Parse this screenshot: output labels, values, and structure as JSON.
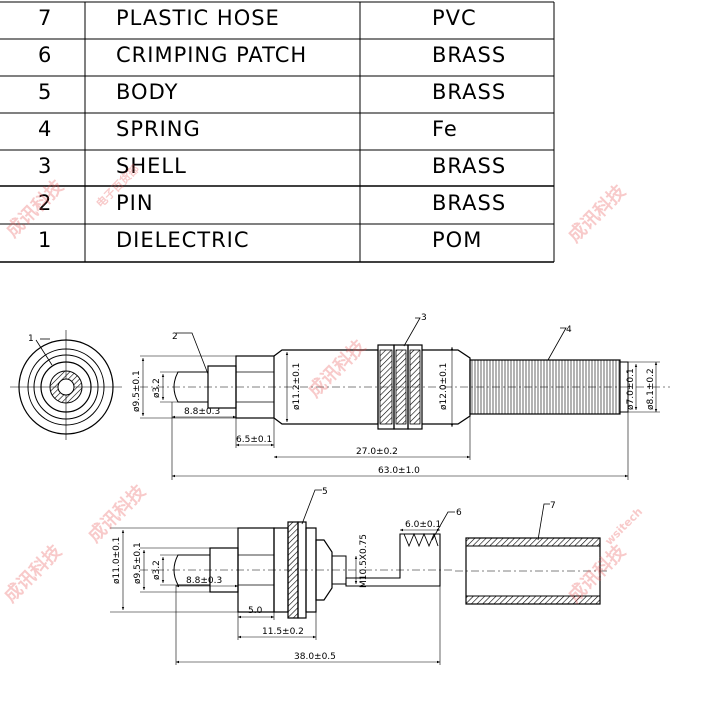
{
  "bom": {
    "rows": [
      {
        "no": "7",
        "desc": "PLASTIC HOSE",
        "mat": "PVC"
      },
      {
        "no": "6",
        "desc": "CRIMPING PATCH",
        "mat": "BRASS"
      },
      {
        "no": "5",
        "desc": "BODY",
        "mat": "BRASS"
      },
      {
        "no": "4",
        "desc": "SPRING",
        "mat": "Fe"
      },
      {
        "no": "3",
        "desc": "SHELL",
        "mat": "BRASS"
      },
      {
        "no": "2",
        "desc": "PIN",
        "mat": "BRASS"
      },
      {
        "no": "1",
        "desc": "DIELECTRIC",
        "mat": "POM"
      }
    ]
  },
  "callouts": {
    "c1": "1",
    "c2": "2",
    "c3": "3",
    "c4": "4",
    "c5": "5",
    "c6": "6",
    "c7": "7"
  },
  "dims": {
    "d95a": "ø9.5±0.1",
    "d32a": "ø3.2",
    "d88a": "8.8±0.3",
    "d65": "6.5±0.1",
    "d112": "ø11.2±0.1",
    "d120": "ø12.0±0.1",
    "d270": "27.0±0.2",
    "d630": "63.0±1.0",
    "d70": "ø7.0±0.1",
    "d81": "ø8.1±0.2",
    "d110": "ø11.0±0.1",
    "d95b": "ø9.5±0.1",
    "d32b": "ø3.2",
    "d88b": "8.8±0.3",
    "d50": "5.0",
    "d115": "11.5±0.2",
    "d380": "38.0±0.5",
    "m10": "M10.5X0.75",
    "d60": "6.0±0.1"
  },
  "watermark": {
    "text": "成讯科技",
    "sub": "wsitech",
    "sub2": "电子百货部"
  },
  "colors": {
    "line": "#000000",
    "watermark": "#e85050"
  }
}
